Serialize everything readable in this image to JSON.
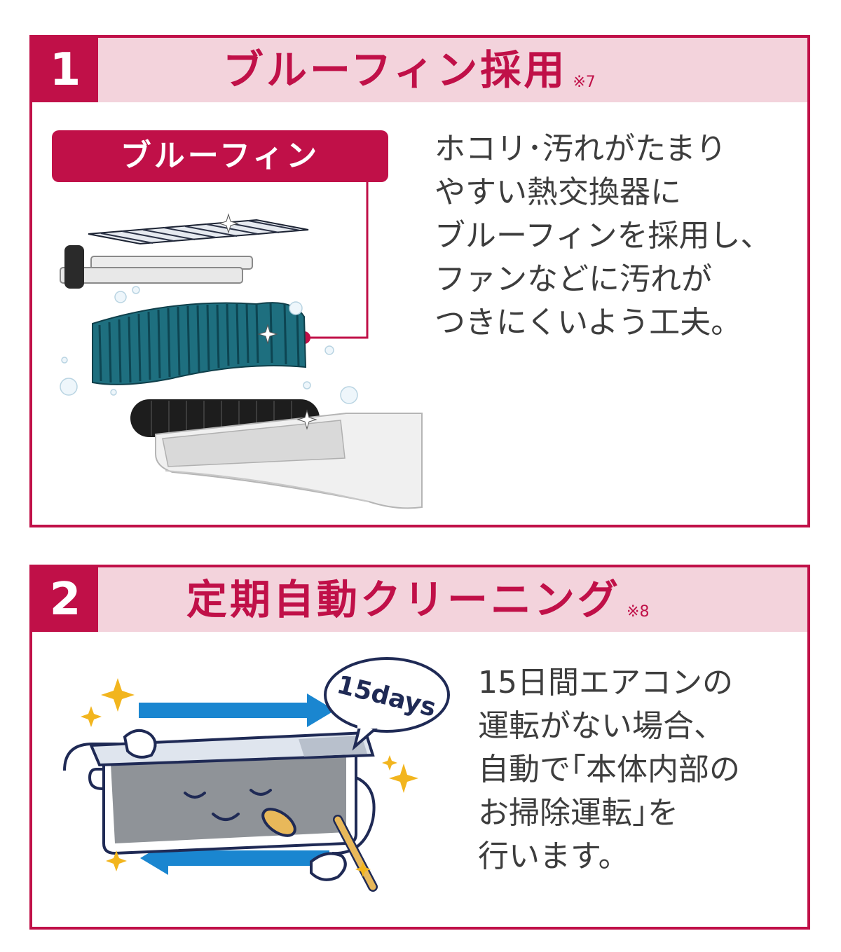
{
  "section1": {
    "number": "1",
    "title": "ブルーフィン採用",
    "note": "※7",
    "label": "ブルーフィン",
    "description": [
      "ホコリ･汚れがたまり",
      "やすい熱交換器に",
      "ブルーフィンを採用し、",
      "ファンなどに汚れが",
      "つきにくいよう工夫。"
    ]
  },
  "section2": {
    "number": "2",
    "title": "定期自動クリーニング",
    "note": "※8",
    "badge": "15days",
    "description": [
      "15日間エアコンの",
      "運転がない場合、",
      "自動で｢本体内部の",
      "お掃除運転｣を",
      "行います。"
    ]
  },
  "colors": {
    "accent": "#c01048",
    "header_bg": "#f3d3dc",
    "fin": "#1e6f7f",
    "arrow": "#1a86d0",
    "star": "#f2b51e"
  }
}
